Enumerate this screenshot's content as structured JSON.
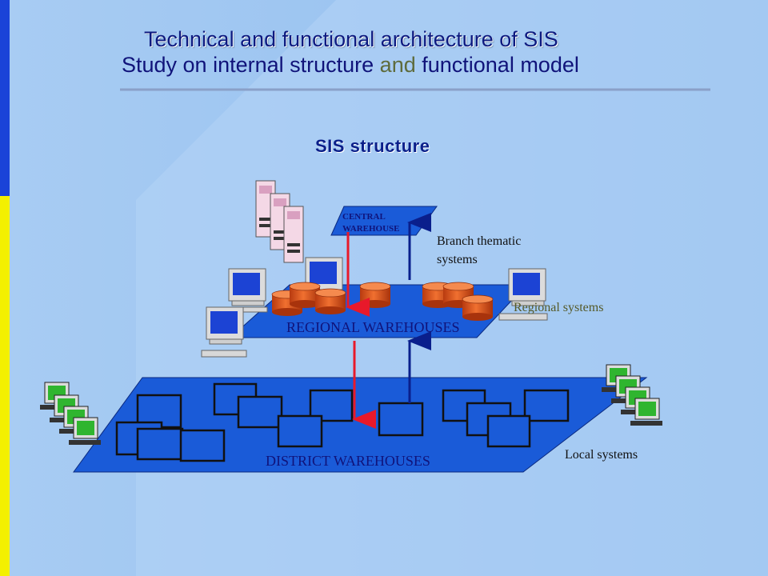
{
  "header": {
    "title": "Technical and functional architecture of SIS",
    "subtitle_part1": "Study on internal structure ",
    "subtitle_part2": "and",
    "subtitle_part3": " functional model"
  },
  "diagram": {
    "heading": "SIS structure",
    "central_line1": "CENTRAL",
    "central_line2": "WAREHOUSE",
    "branch_line1": "Branch thematic",
    "branch_line2": "systems",
    "regional_label": "REGIONAL WAREHOUSES",
    "regional_systems": "Regional systems",
    "district_label": "DISTRICT WAREHOUSES",
    "local_systems": "Local systems"
  },
  "colors": {
    "platform": "#1a5bd8",
    "window_border": "#1a1a1a",
    "cylinder": "#e0571f",
    "arrow_down": "#e8192a",
    "arrow_up": "#0a1f8c",
    "terminal_screen_green": "#2fb52f",
    "monitor_screen_blue": "#1c43d4"
  }
}
